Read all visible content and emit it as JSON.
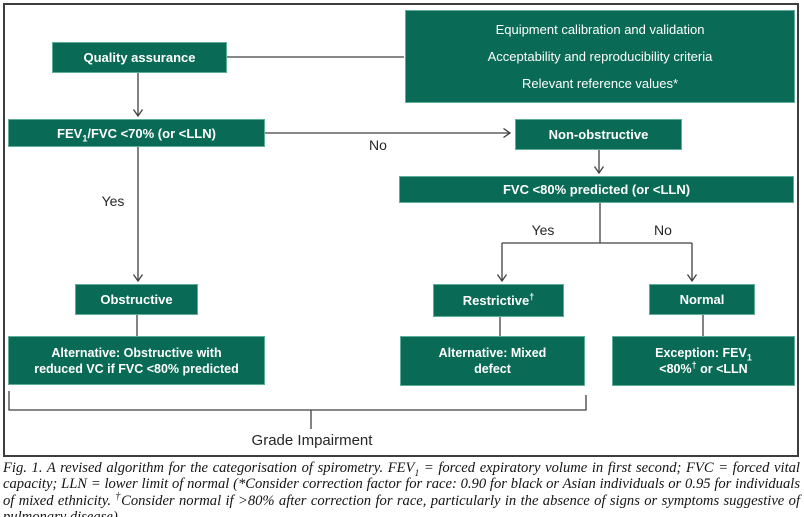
{
  "colors": {
    "box_green": "#096a55",
    "line": "#404040",
    "frame": "#3e3e3e"
  },
  "flowchart": {
    "quality_assurance": {
      "label": "Quality assurance"
    },
    "criteria_box": {
      "lines": [
        "Equipment calibration and validation",
        "Acceptability and reproducibility criteria",
        "Relevant reference values*"
      ]
    },
    "fev_fvc": {
      "pre": "FEV",
      "sub": "1",
      "post": "/FVC <70% (or <LLN)"
    },
    "non_obstructive": {
      "label": "Non-obstructive"
    },
    "fvc_predicted": {
      "label": "FVC <80% predicted (or <LLN)"
    },
    "obstructive": {
      "label": "Obstructive"
    },
    "restrictive": {
      "label": "Restrictive",
      "sup": "†"
    },
    "normal": {
      "label": "Normal"
    },
    "alt_obstructive": {
      "line1": "Alternative: Obstructive with",
      "line2": "reduced VC if FVC <80% predicted"
    },
    "alt_mixed": {
      "line1": "Alternative: Mixed",
      "line2": "defect"
    },
    "exception": {
      "line1_pre": "Exception: FEV",
      "line1_sub": "1",
      "line2_pre": "<80%",
      "line2_sup": "†",
      "line2_post": " or <LLN"
    },
    "edge_labels": {
      "no_top": "No",
      "yes_left": "Yes",
      "yes_mid": "Yes",
      "no_mid": "No"
    },
    "grade_impairment": "Grade Impairment"
  },
  "caption": {
    "part1": "Fig. 1. A revised algorithm for the categorisation of spirometry. FEV",
    "sub1": "1",
    "part2": " = forced expiratory volume in first second; FVC = forced vital capacity; LLN = lower limit of normal (*Consider correction factor for race: 0.90 for black or Asian individuals or 0.95 for individuals of mixed ethnicity. ",
    "dagger": "†",
    "part3": "Consider normal if >80% after correction for race, particularly in the absence of signs or symptoms suggestive of pulmonary disease)."
  }
}
